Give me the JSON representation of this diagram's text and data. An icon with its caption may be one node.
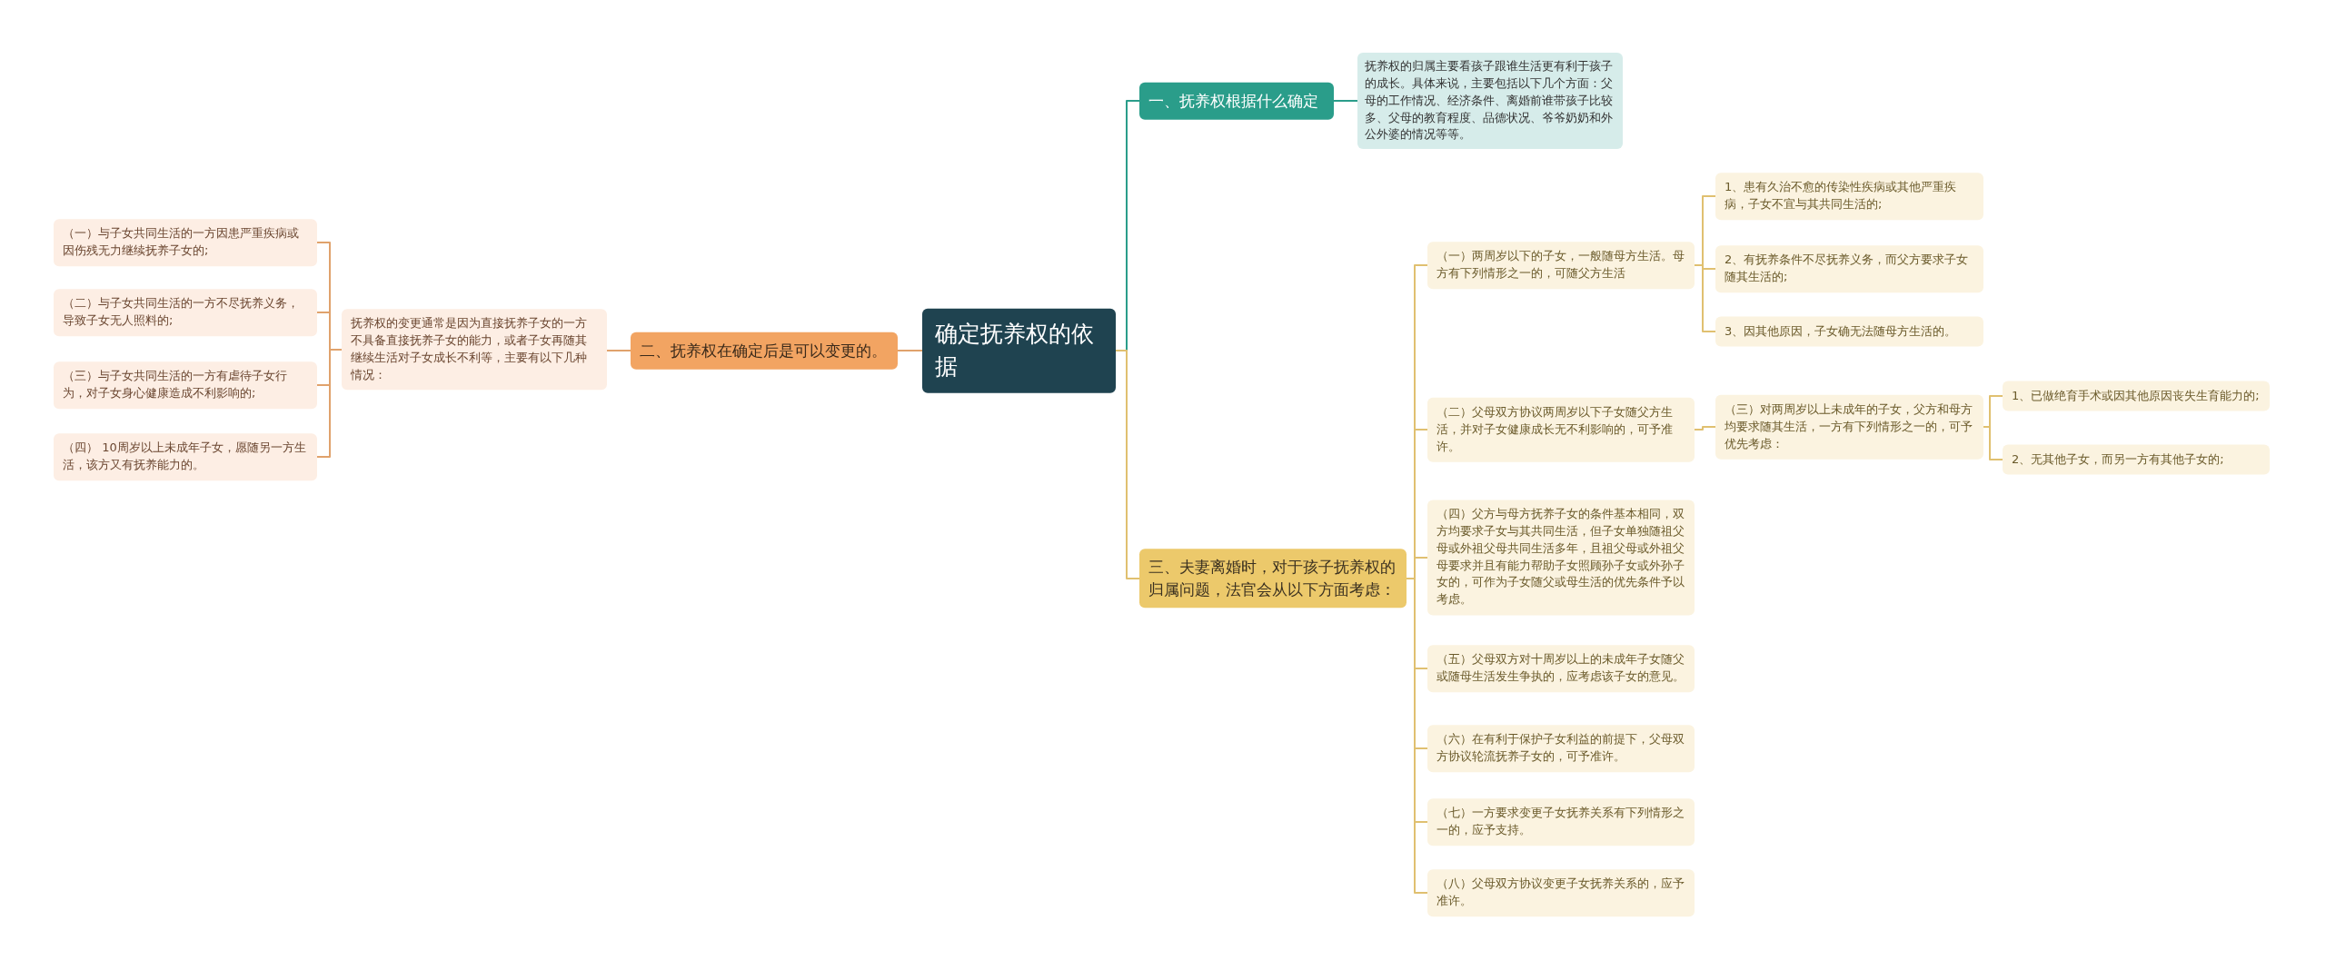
{
  "diagram": {
    "nodes": [
      {
        "text": [
          "确定抚养权的依据"
        ]
      },
      {
        "text": [
          "一、抚养权根据什么确定"
        ]
      },
      {
        "text": [
          "抚养权的归属主要看孩子跟谁生活更有利于孩子的成长。具体来说，主要包括以下几个方面：父母的工作情况、经济条件、离婚前谁带孩子比较多、父母的教育程度、品德状况、爷爷奶奶和外公外婆的情况等等。"
        ]
      },
      {
        "text": [
          "二、抚养权在确定后是可以变更的。"
        ]
      },
      {
        "text": [
          "抚养权的变更通常是因为直接抚养子女的一方不具备直接抚养子女的能力，或者子女再随其继续生活对子女成长不利等，主要有以下几种情况："
        ]
      },
      {
        "text": [
          "（一）与子女共同生活的一方因患严重疾病或因伤残无力继续抚养子女的;"
        ]
      },
      {
        "text": [
          "（二）与子女共同生活的一方不尽抚养义务，导致子女无人照料的;"
        ]
      },
      {
        "text": [
          "（三）与子女共同生活的一方有虐待子女行为，对子女身心健康造成不利影响的;"
        ]
      },
      {
        "text": [
          "（四） 10周岁以上未成年子女，愿随另一方生活，该方又有抚养能力的。"
        ]
      },
      {
        "text": [
          "三、夫妻离婚时，对于孩子抚养权的归属问题，法官会从以下方面考虑："
        ]
      },
      {
        "text": [
          "（一）两周岁以下的子女，一般随母方生活。母方有下列情形之一的，可随父方生活"
        ]
      },
      {
        "text": [
          "1、患有久治不愈的传染性疾病或其他严重疾病，子女不宜与其共同生活的;"
        ]
      },
      {
        "text": [
          "2、有抚养条件不尽抚养义务，而父方要求子女随其生活的;"
        ]
      },
      {
        "text": [
          "3、因其他原因，子女确无法随母方生活的。"
        ]
      },
      {
        "text": [
          "（二）父母双方协议两周岁以下子女随父方生活，并对子女健康成长无不利影响的，可予准许。"
        ]
      },
      {
        "text": [
          "（三）对两周岁以上未成年的子女，父方和母方均要求随其生活，一方有下列情形之一的，可予优先考虑："
        ]
      },
      {
        "text": [
          "1、已做绝育手术或因其他原因丧失生育能力的;"
        ]
      },
      {
        "text": [
          "2、无其他子女，而另一方有其他子女的;"
        ]
      },
      {
        "text": [
          "（四）父方与母方抚养子女的条件基本相同，双方均要求子女与其共同生活，但子女单独随祖父母或外祖父母共同生活多年，且祖父母或外祖父母要求并且有能力帮助子女照顾孙子女或外孙子女的，可作为子女随父或母生活的优先条件予以考虑。"
        ]
      },
      {
        "text": [
          "（五）父母双方对十周岁以上的未成年子女随父或随母生活发生争执的，应考虑该子女的意见。"
        ]
      },
      {
        "text": [
          "（六）在有利于保护子女利益的前提下，父母双方协议轮流抚养子女的，可予准许。"
        ]
      },
      {
        "text": [
          "（七）一方要求变更子女抚养关系有下列情形之一的，应予支持。"
        ]
      },
      {
        "text": [
          "（八）父母双方协议变更子女抚养关系的，应予准许。"
        ]
      }
    ],
    "edges": [
      {
        "from": 0,
        "to": 1,
        "arrow": "none",
        "color": "#2a9d8a"
      },
      {
        "from": 1,
        "to": 2,
        "arrow": "none",
        "color": "#2a9d8a"
      },
      {
        "from": 0,
        "to": 3,
        "arrow": "none",
        "color": "#e0a26c"
      },
      {
        "from": 3,
        "to": 4,
        "arrow": "none",
        "color": "#e0a26c"
      },
      {
        "from": 4,
        "to": 5,
        "arrow": "none",
        "color": "#e0a26c"
      },
      {
        "from": 4,
        "to": 6,
        "arrow": "none",
        "color": "#e0a26c"
      },
      {
        "from": 4,
        "to": 7,
        "arrow": "none",
        "color": "#e0a26c"
      },
      {
        "from": 4,
        "to": 8,
        "arrow": "none",
        "color": "#e0a26c"
      },
      {
        "from": 0,
        "to": 9,
        "arrow": "none"
      },
      {
        "from": 9,
        "to": 10,
        "arrow": "none"
      },
      {
        "from": 10,
        "to": 11,
        "arrow": "none"
      },
      {
        "from": 10,
        "to": 12,
        "arrow": "none"
      },
      {
        "from": 10,
        "to": 13,
        "arrow": "none"
      },
      {
        "from": 9,
        "to": 14,
        "arrow": "none"
      },
      {
        "from": 14,
        "to": 15,
        "arrow": "none"
      },
      {
        "from": 15,
        "to": 16,
        "arrow": "none"
      },
      {
        "from": 15,
        "to": 17,
        "arrow": "none"
      },
      {
        "from": 9,
        "to": 18,
        "arrow": "none"
      },
      {
        "from": 9,
        "to": 19,
        "arrow": "none"
      },
      {
        "from": 9,
        "to": 20,
        "arrow": "none"
      },
      {
        "from": 9,
        "to": 21,
        "arrow": "none"
      },
      {
        "from": 9,
        "to": 22,
        "arrow": "none"
      }
    ]
  }
}
